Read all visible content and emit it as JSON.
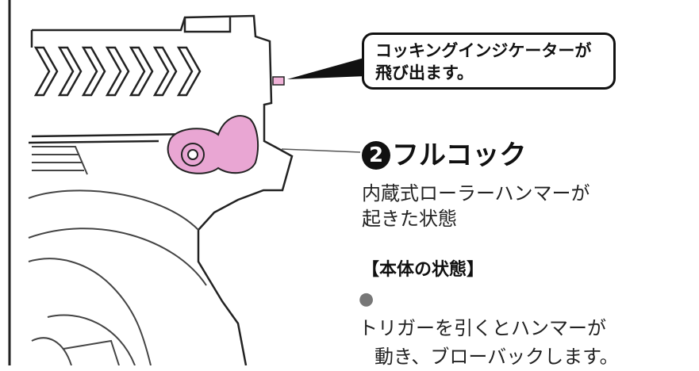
{
  "callout": {
    "line1": "コッキングインジケーターが",
    "line2": "飛び出ます。"
  },
  "step": {
    "number": "2",
    "title": "フルコック"
  },
  "description": {
    "line1": "内蔵式ローラーハンマーが",
    "line2": "起きた状態"
  },
  "body_state": {
    "heading": "【本体の状態】",
    "bullet": "●",
    "line1": "トリガーを引くとハンマーが",
    "line2": "動き、ブローバックします。"
  },
  "colors": {
    "hammer": "#e9a6d3",
    "indicator": "#f0b2d8",
    "line": "#222222"
  }
}
